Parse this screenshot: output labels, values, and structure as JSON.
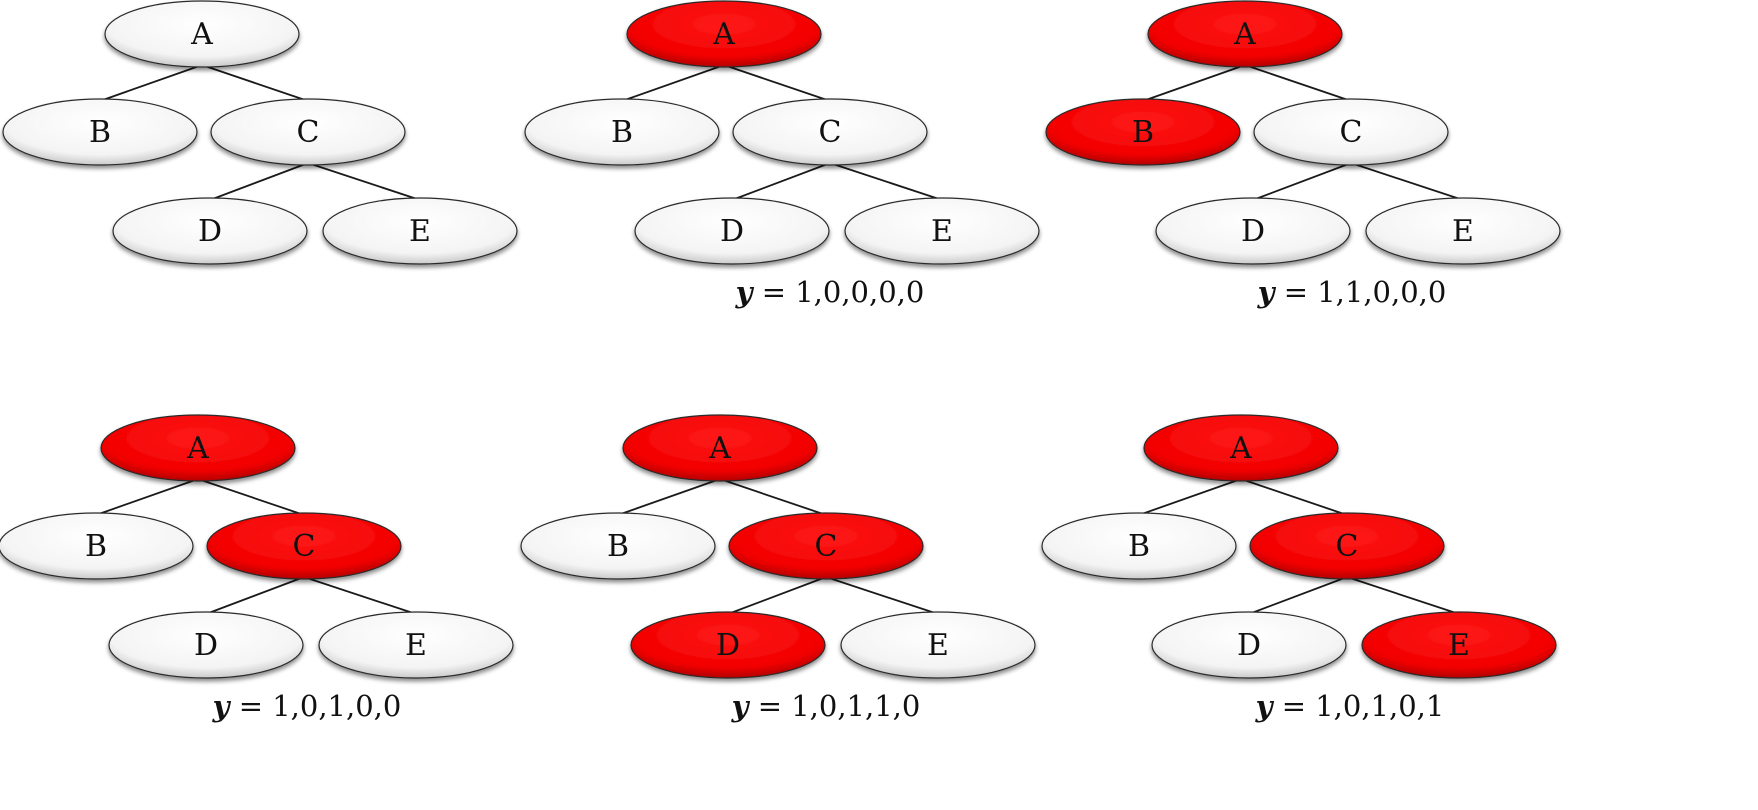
{
  "colors": {
    "selected": "#ff0000",
    "unselected": "#ffffff",
    "edge": "#1a1a1a"
  },
  "tree": {
    "nodes": [
      "A",
      "B",
      "C",
      "D",
      "E"
    ],
    "edges": [
      [
        "A",
        "B"
      ],
      [
        "A",
        "C"
      ],
      [
        "C",
        "D"
      ],
      [
        "C",
        "E"
      ]
    ]
  },
  "panels": [
    {
      "selected": [],
      "caption_var": "",
      "caption_value": ""
    },
    {
      "selected": [
        "A"
      ],
      "caption_var": "y",
      "caption_value": " = 1,0,0,0,0"
    },
    {
      "selected": [
        "A",
        "B"
      ],
      "caption_var": "y",
      "caption_value": " = 1,1,0,0,0"
    },
    {
      "selected": [
        "A",
        "C"
      ],
      "caption_var": "y",
      "caption_value": " = 1,0,1,0,0"
    },
    {
      "selected": [
        "A",
        "C",
        "D"
      ],
      "caption_var": "y",
      "caption_value": " = 1,0,1,1,0"
    },
    {
      "selected": [
        "A",
        "C",
        "E"
      ],
      "caption_var": "y",
      "caption_value": " = 1,0,1,0,1"
    }
  ]
}
